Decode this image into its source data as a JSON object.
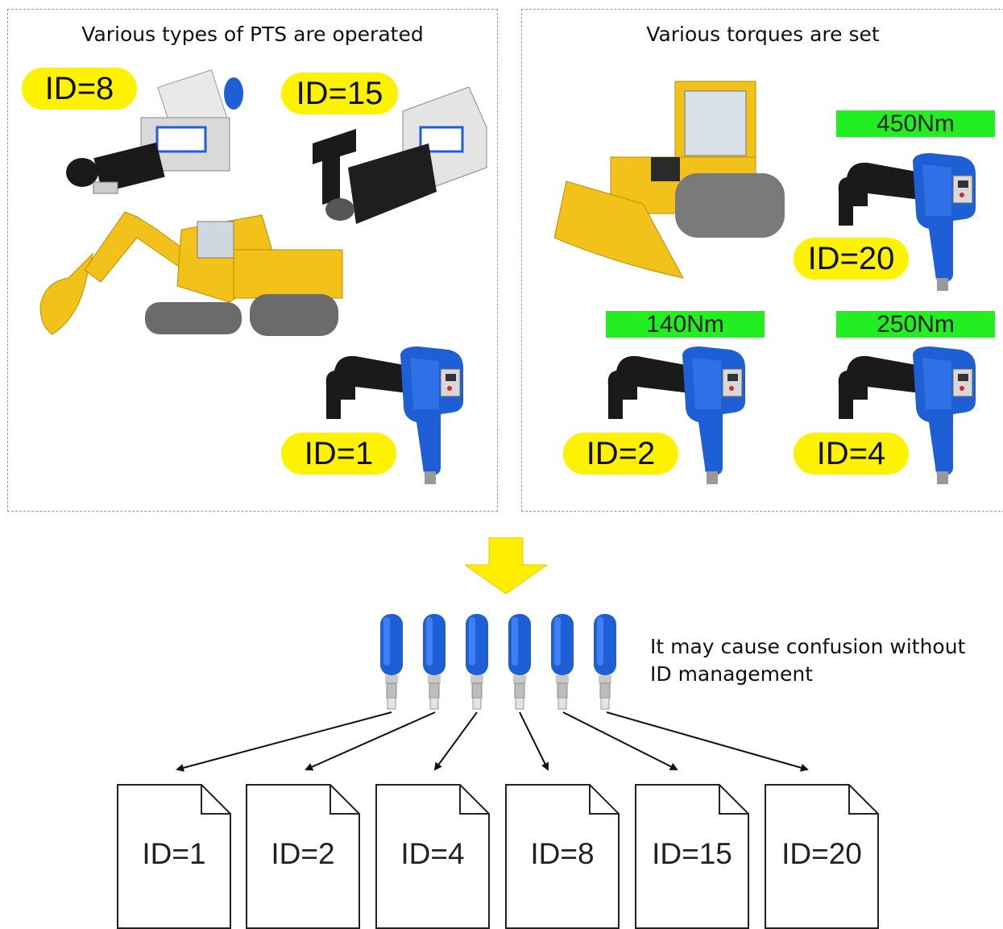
{
  "left_panel": {
    "title": "Various types of PTS are operated",
    "badges": [
      "ID=8",
      "ID=15",
      "ID=1"
    ]
  },
  "right_panel": {
    "title": "Various torques are set",
    "badges": [
      "ID=20",
      "ID=2",
      "ID=4"
    ],
    "torques": [
      "450Nm",
      "140Nm",
      "250Nm"
    ]
  },
  "caption": {
    "line1": "It may cause confusion without",
    "line2": "ID management"
  },
  "files": [
    "ID=1",
    "ID=2",
    "ID=4",
    "ID=8",
    "ID=15",
    "ID=20"
  ],
  "colors": {
    "badge": "#fff200",
    "torque": "#22ee22",
    "tool_blue": "#1f5fd6",
    "machine_yellow": "#f2c21a",
    "arrow": "#ffee00"
  },
  "icons": [
    "excavator",
    "bulldozer",
    "torque-wrench",
    "adapter-head",
    "usb-key",
    "document",
    "arrow-down"
  ]
}
